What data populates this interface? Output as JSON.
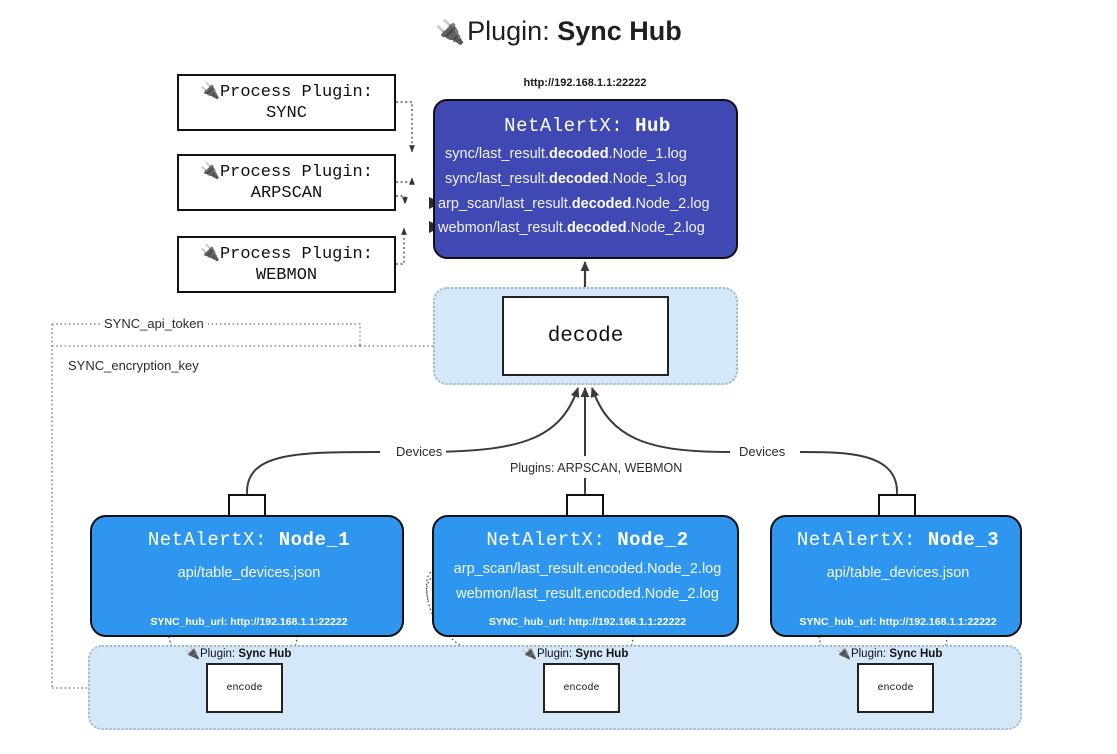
{
  "title": {
    "icon": "electric-plug-icon",
    "glyph": "🔌",
    "prefix": "Plugin: ",
    "name": "Sync Hub"
  },
  "colors": {
    "hub_fill": "#4048b4",
    "node_fill": "#2f96ef",
    "container_fill": "#d4e8f9",
    "container_border": "#9fb9cf",
    "stroke": "#111111",
    "white": "#ffffff"
  },
  "process_plugins": [
    {
      "line1": "Process Plugin:",
      "line2": "SYNC",
      "glyph": "🔌"
    },
    {
      "line1": "Process Plugin:",
      "line2": "ARPSCAN",
      "glyph": "🔌"
    },
    {
      "line1": "Process Plugin:",
      "line2": "WEBMON",
      "glyph": "🔌"
    }
  ],
  "hub": {
    "url": "http://192.168.1.1:22222",
    "title_prefix": "NetAlertX: ",
    "title_name": "Hub",
    "logs": [
      {
        "pre": "sync/last_result.",
        "mid": "decoded",
        "post": ".Node_1.log"
      },
      {
        "pre": "sync/last_result.",
        "mid": "decoded",
        "post": ".Node_3.log"
      },
      {
        "pre": "arp_scan/last_result.",
        "mid": "decoded",
        "post": ".Node_2.log"
      },
      {
        "pre": "webmon/last_result.",
        "mid": "decoded",
        "post": ".Node_2.log"
      }
    ]
  },
  "decode": {
    "label": "decode"
  },
  "settings": {
    "api_token": "SYNC_api_token",
    "encryption_key": "SYNC_encryption_key"
  },
  "edges": {
    "devices_left": "Devices",
    "devices_right": "Devices",
    "plugins_center": "Plugins: ARPSCAN, WEBMON"
  },
  "nodes": [
    {
      "title_prefix": "NetAlertX: ",
      "title_name": "Node_1",
      "lines": [
        "api/table_devices.json"
      ],
      "footer_key": "SYNC_hub_url: ",
      "footer_val": "http://192.168.1.1:22222",
      "envelope": "envelope-icon"
    },
    {
      "title_prefix": "NetAlertX: ",
      "title_name": "Node_2",
      "lines": [
        "arp_scan/last_result.encoded.Node_2.log",
        "webmon/last_result.encoded.Node_2.log"
      ],
      "footer_key": "SYNC_hub_url: ",
      "footer_val": "http://192.168.1.1:22222",
      "envelope": "envelope-icon"
    },
    {
      "title_prefix": "NetAlertX: ",
      "title_name": "Node_3",
      "lines": [
        "api/table_devices.json"
      ],
      "footer_key": "SYNC_hub_url: ",
      "footer_val": "http://192.168.1.1:22222",
      "envelope": "envelope-icon"
    }
  ],
  "encoders": [
    {
      "caption_prefix": "Plugin: ",
      "caption_name": "Sync Hub",
      "label": "encode",
      "glyph": "🔌"
    },
    {
      "caption_prefix": "Plugin: ",
      "caption_name": "Sync Hub",
      "label": "encode",
      "glyph": "🔌"
    },
    {
      "caption_prefix": "Plugin: ",
      "caption_name": "Sync Hub",
      "label": "encode",
      "glyph": "🔌"
    }
  ]
}
